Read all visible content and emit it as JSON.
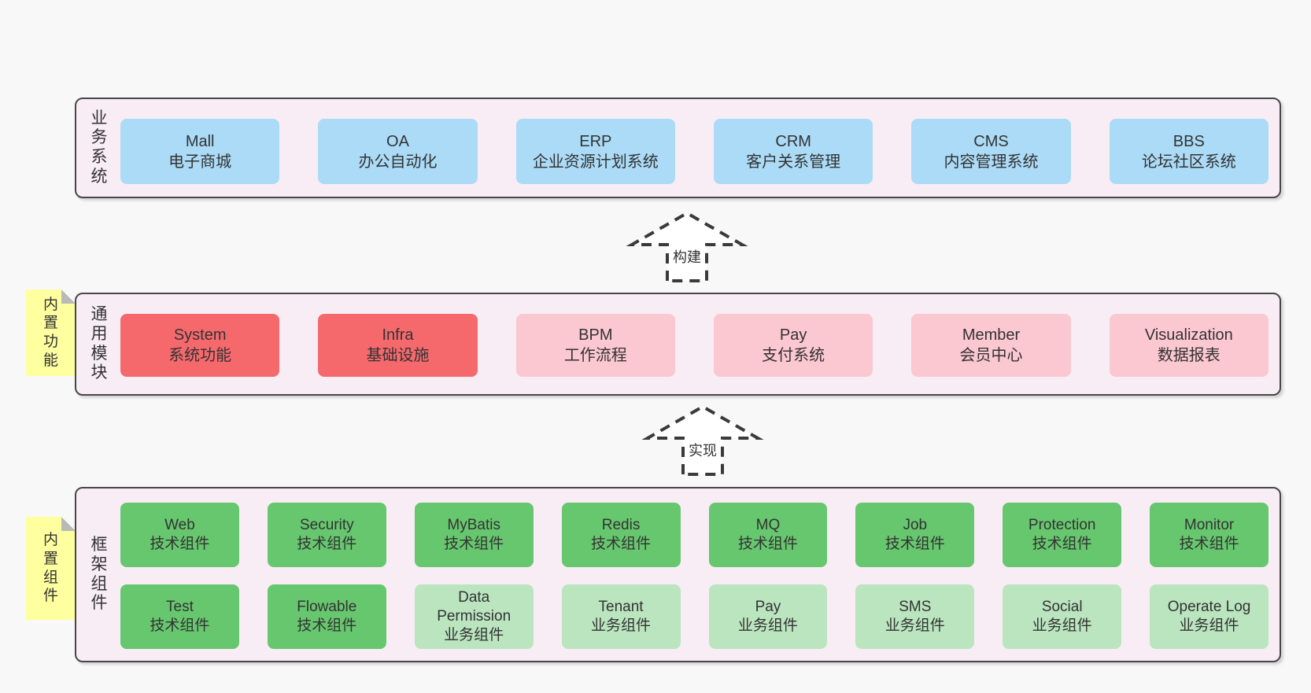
{
  "colors": {
    "page_bg": "#f8f8f8",
    "band_bg": "#f8edf5",
    "band_border": "#474747",
    "blue_box": "#abdbf7",
    "red_box": "#f5696d",
    "pink_box": "#fbc7d0",
    "green_box": "#67c76f",
    "green_light_box": "#bae5bf",
    "sticky_yellow": "#feff9e",
    "sticky_fold_gray": "#b9b9b9",
    "text": "#333333",
    "arrow_stroke": "#3a3a3a"
  },
  "arrows": [
    {
      "label": "构建"
    },
    {
      "label": "实现"
    }
  ],
  "bands": [
    {
      "label": "业务系统",
      "items": [
        {
          "name": "Mall",
          "desc": "电子商城"
        },
        {
          "name": "OA",
          "desc": "办公自动化"
        },
        {
          "name": "ERP",
          "desc": "企业资源计划系统"
        },
        {
          "name": "CRM",
          "desc": "客户关系管理"
        },
        {
          "name": "CMS",
          "desc": "内容管理系统"
        },
        {
          "name": "BBS",
          "desc": "论坛社区系统"
        }
      ]
    },
    {
      "label": "通用模块",
      "sticky": "内置功能",
      "items": [
        {
          "name": "System",
          "desc": "系统功能"
        },
        {
          "name": "Infra",
          "desc": "基础设施"
        },
        {
          "name": "BPM",
          "desc": "工作流程"
        },
        {
          "name": "Pay",
          "desc": "支付系统"
        },
        {
          "name": "Member",
          "desc": "会员中心"
        },
        {
          "name": "Visualization",
          "desc": "数据报表"
        }
      ]
    },
    {
      "label": "框架组件",
      "sticky": "内置组件",
      "items": [
        {
          "name": "Web",
          "desc": "技术组件"
        },
        {
          "name": "Security",
          "desc": "技术组件"
        },
        {
          "name": "MyBatis",
          "desc": "技术组件"
        },
        {
          "name": "Redis",
          "desc": "技术组件"
        },
        {
          "name": "MQ",
          "desc": "技术组件"
        },
        {
          "name": "Job",
          "desc": "技术组件"
        },
        {
          "name": "Protection",
          "desc": "技术组件"
        },
        {
          "name": "Monitor",
          "desc": "技术组件"
        },
        {
          "name": "Test",
          "desc": "技术组件"
        },
        {
          "name": "Flowable",
          "desc": "技术组件"
        },
        {
          "name": "Data Permission",
          "desc": "业务组件"
        },
        {
          "name": "Tenant",
          "desc": "业务组件"
        },
        {
          "name": "Pay",
          "desc": "业务组件"
        },
        {
          "name": "SMS",
          "desc": "业务组件"
        },
        {
          "name": "Social",
          "desc": "业务组件"
        },
        {
          "name": "Operate Log",
          "desc": "业务组件"
        }
      ]
    }
  ]
}
